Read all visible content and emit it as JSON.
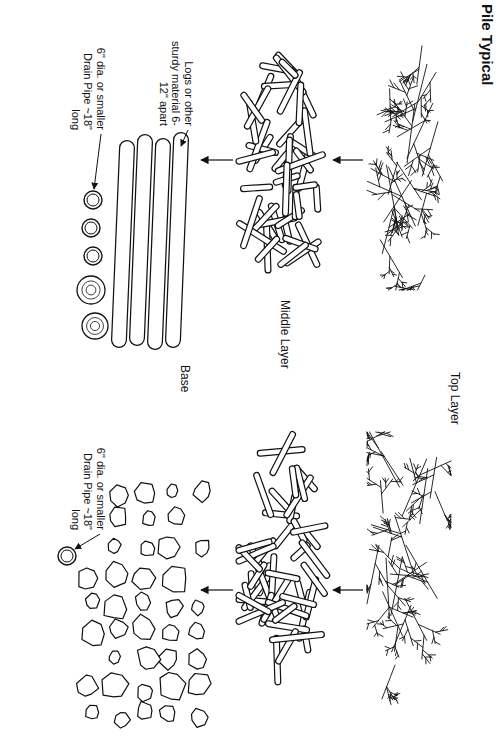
{
  "diagram": {
    "title": "Pile Typical",
    "labels": [
      "Top Layer",
      "Middle Layer",
      "Base",
      "Logs or other sturdy material 6-12\" apart",
      "6\" dia. or smaller Drain Pipe ~18\" long",
      "6\" dia. or smaller Drain Pipe ~18\" long"
    ]
  }
}
